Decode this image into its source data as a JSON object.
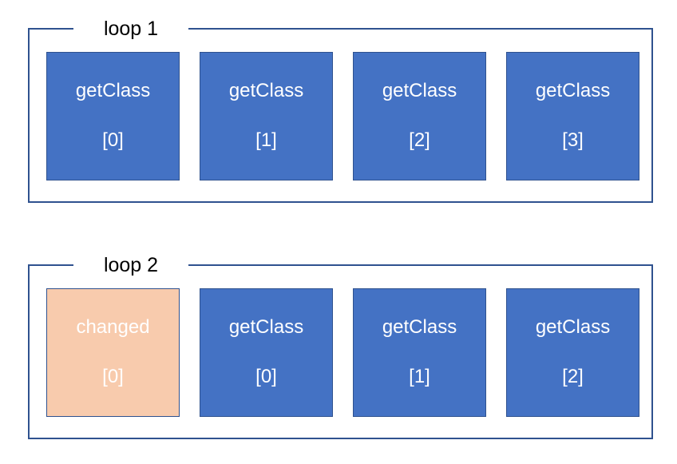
{
  "colors": {
    "box_default": "#4472c4",
    "box_changed": "#f8cbad",
    "outline": "#2f528f"
  },
  "loops": [
    {
      "label": "loop 1",
      "boxes": [
        {
          "name": "getClass",
          "index": "[0]",
          "state": "default"
        },
        {
          "name": "getClass",
          "index": "[1]",
          "state": "default"
        },
        {
          "name": "getClass",
          "index": "[2]",
          "state": "default"
        },
        {
          "name": "getClass",
          "index": "[3]",
          "state": "default"
        }
      ]
    },
    {
      "label": "loop 2",
      "boxes": [
        {
          "name": "changed",
          "index": "[0]",
          "state": "changed"
        },
        {
          "name": "getClass",
          "index": "[0]",
          "state": "default"
        },
        {
          "name": "getClass",
          "index": "[1]",
          "state": "default"
        },
        {
          "name": "getClass",
          "index": "[2]",
          "state": "default"
        }
      ]
    }
  ]
}
